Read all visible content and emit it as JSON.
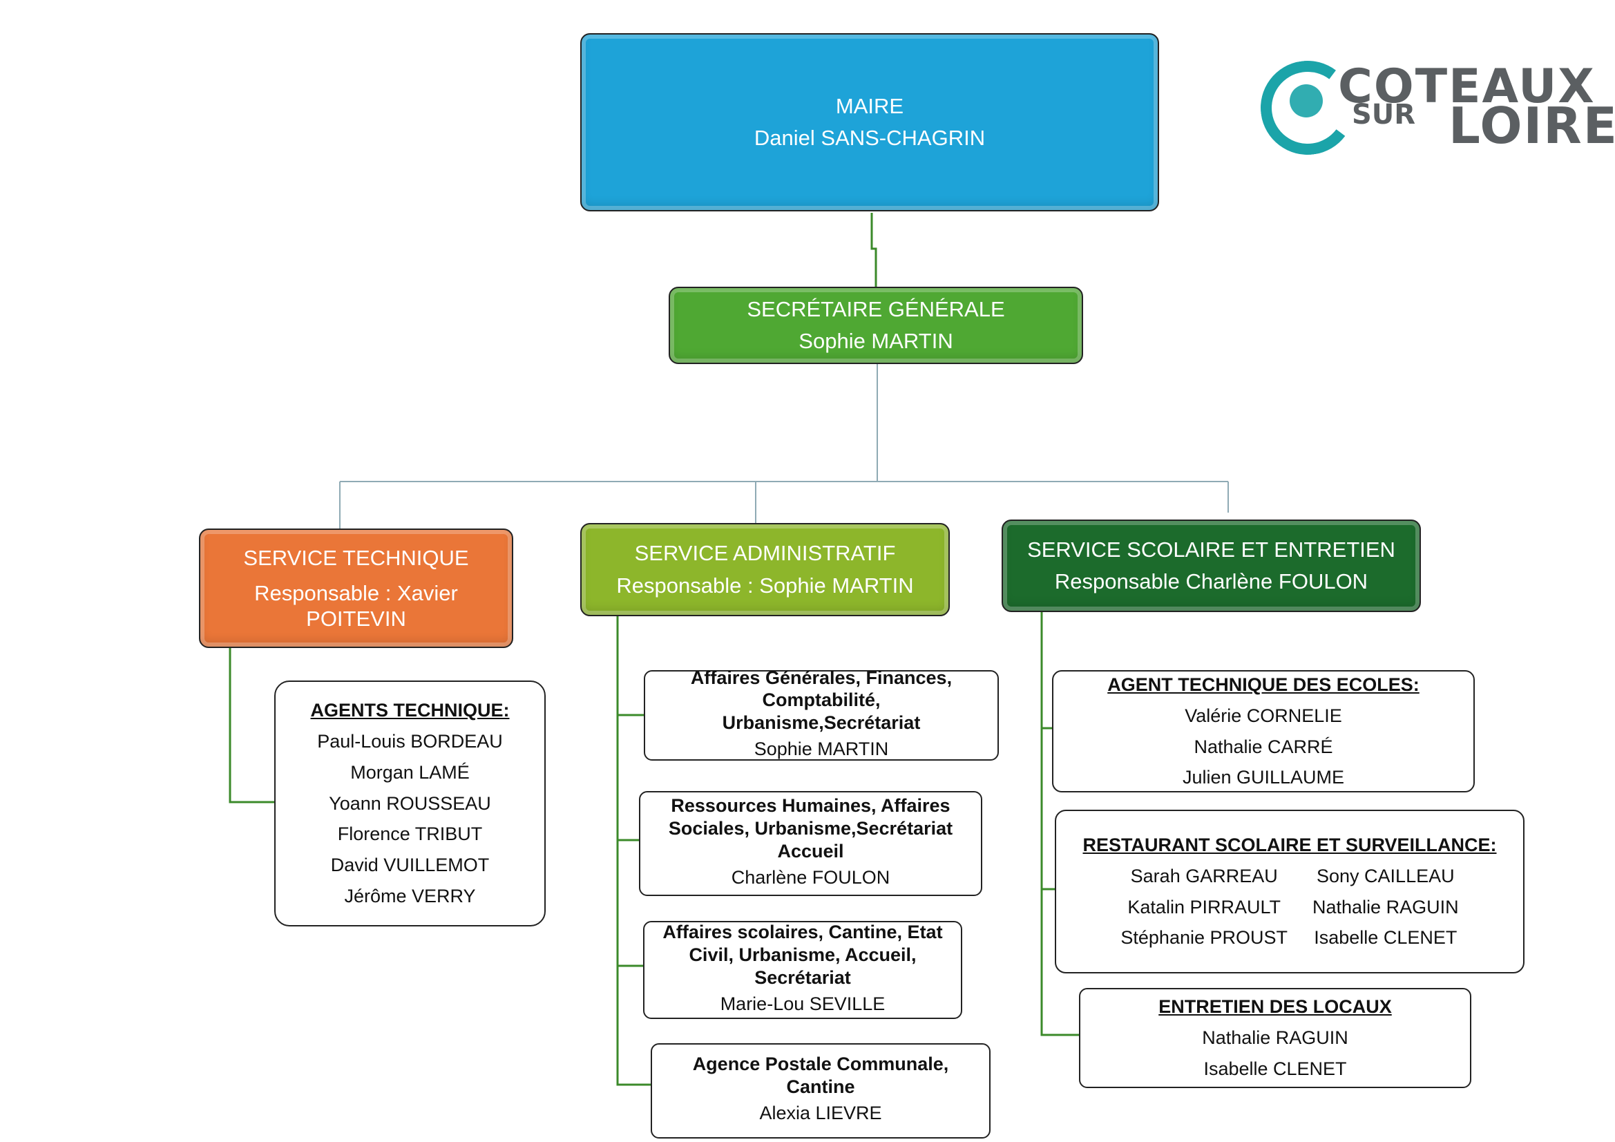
{
  "colors": {
    "maire": "#1ea3d8",
    "secretaire": "#4fa833",
    "technique": "#ea7638",
    "administratif": "#8db62b",
    "scolaire": "#1c6b2c",
    "connector_green": "#3b8a2a",
    "connector_gray": "#8faab4"
  },
  "logo": {
    "line1": "COTEAUX",
    "line2": "SUR",
    "line3": "LOIRE",
    "icon": "grape-c-icon"
  },
  "maire": {
    "title": "MAIRE",
    "name": "Daniel SANS-CHAGRIN"
  },
  "secretaire": {
    "title": "SECRÉTAIRE GÉNÉRALE",
    "name": "Sophie MARTIN"
  },
  "technique": {
    "title": "SERVICE TECHNIQUE",
    "resp": "Responsable : Xavier POITEVIN",
    "agents": {
      "title": "AGENTS TECHNIQUE:",
      "names": [
        "Paul-Louis BORDEAU",
        "Morgan LAMÉ",
        "Yoann ROUSSEAU",
        "Florence TRIBUT",
        "David VUILLEMOT",
        "Jérôme VERRY"
      ]
    }
  },
  "administratif": {
    "title": "SERVICE ADMINISTRATIF",
    "resp": "Responsable : Sophie MARTIN",
    "units": [
      {
        "title": "Affaires Générales, Finances, Comptabilité, Urbanisme,Secrétariat",
        "name": "Sophie MARTIN"
      },
      {
        "title": "Ressources Humaines, Affaires Sociales, Urbanisme,Secrétariat Accueil",
        "name": "Charlène FOULON"
      },
      {
        "title": "Affaires scolaires, Cantine, Etat Civil, Urbanisme, Accueil, Secrétariat",
        "name": "Marie-Lou SEVILLE"
      },
      {
        "title": "Agence Postale Communale, Cantine",
        "name": "Alexia LIEVRE"
      }
    ]
  },
  "scolaire": {
    "title": "SERVICE SCOLAIRE ET ENTRETIEN",
    "resp": "Responsable Charlène FOULON",
    "ecoles": {
      "title": "AGENT TECHNIQUE DES ECOLES:",
      "names": [
        "Valérie CORNELIE",
        "Nathalie CARRÉ",
        "Julien GUILLAUME"
      ]
    },
    "restaurant": {
      "title": "RESTAURANT SCOLAIRE  ET SURVEILLANCE:",
      "names": [
        "Sarah GARREAU",
        "Sony CAILLEAU",
        "Katalin PIRRAULT",
        "Nathalie RAGUIN",
        "Stéphanie PROUST",
        "Isabelle CLENET"
      ]
    },
    "entretien": {
      "title": "ENTRETIEN DES LOCAUX",
      "names": [
        "Nathalie RAGUIN",
        "Isabelle CLENET"
      ]
    }
  }
}
